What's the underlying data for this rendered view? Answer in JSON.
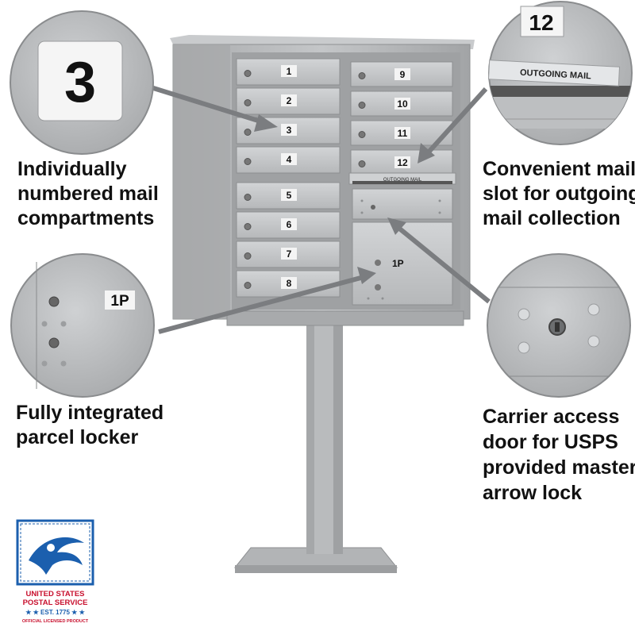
{
  "captions": {
    "top_left": [
      "Individually",
      "numbered mail",
      "compartments"
    ],
    "top_right": [
      "Convenient mail",
      "slot for outgoing",
      "mail collection"
    ],
    "bottom_left": [
      "Fully integrated",
      "parcel locker"
    ],
    "bottom_right": [
      "Carrier access",
      "door for USPS",
      "provided master",
      "arrow lock"
    ]
  },
  "zoom_labels": {
    "number_3": "3",
    "number_12": "12",
    "outgoing_mail": "OUTGOING MAIL",
    "parcel_1p": "1P"
  },
  "mailbox": {
    "left_doors": [
      "1",
      "2",
      "3",
      "4",
      "5",
      "6",
      "7",
      "8"
    ],
    "right_doors": [
      "9",
      "10",
      "11",
      "12"
    ],
    "slot_label": "OUTGOING MAIL",
    "parcel_label": "1P"
  },
  "logo": {
    "line1": "UNITED STATES",
    "line2": "POSTAL SERVICE",
    "line3": "★ ★ EST. 1775 ★ ★",
    "line4": "OFFICIAL LICENSED PRODUCT",
    "colors": {
      "blue": "#1b5fae",
      "red": "#c8102e"
    }
  }
}
